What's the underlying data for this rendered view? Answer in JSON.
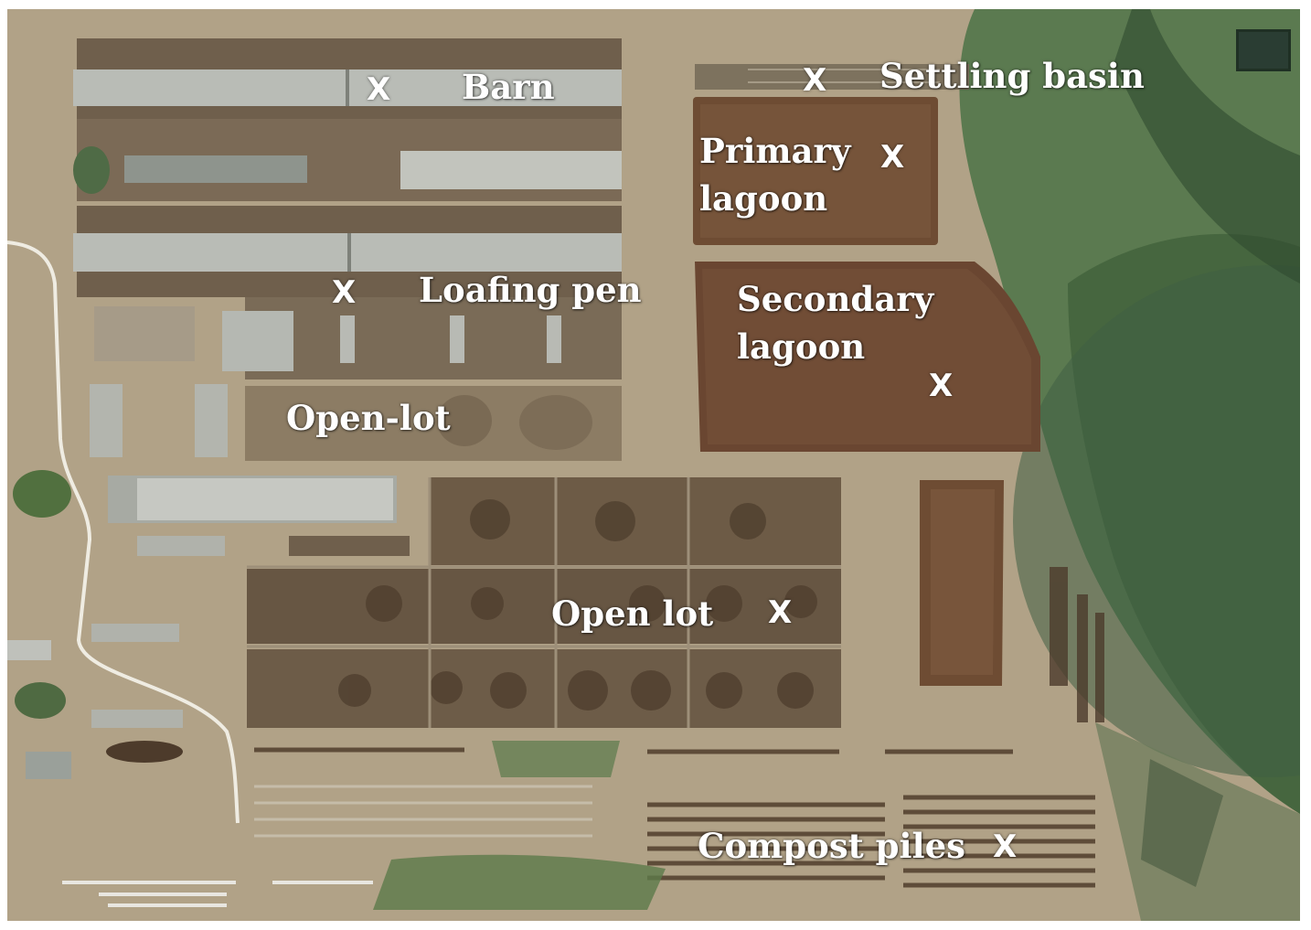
{
  "map": {
    "labels": {
      "barn": "Barn",
      "settling_basin": "Settling basin",
      "primary_lagoon_line1": "Primary",
      "primary_lagoon_line2": "lagoon",
      "loafing_pen": "Loafing pen",
      "secondary_lagoon_line1": "Secondary",
      "secondary_lagoon_line2": "lagoon",
      "open_lot_dash": "Open-lot",
      "open_lot": "Open lot",
      "compost_piles": "Compost piles"
    },
    "sample_marker": "X",
    "colors": {
      "ground": "#b5a58a",
      "field_green": "#4e6f47",
      "lagoon": "#6e4c33",
      "pen_soil": "#6f5f4c",
      "roof": "#b9bcb6",
      "label_text": "#ffffff"
    }
  }
}
